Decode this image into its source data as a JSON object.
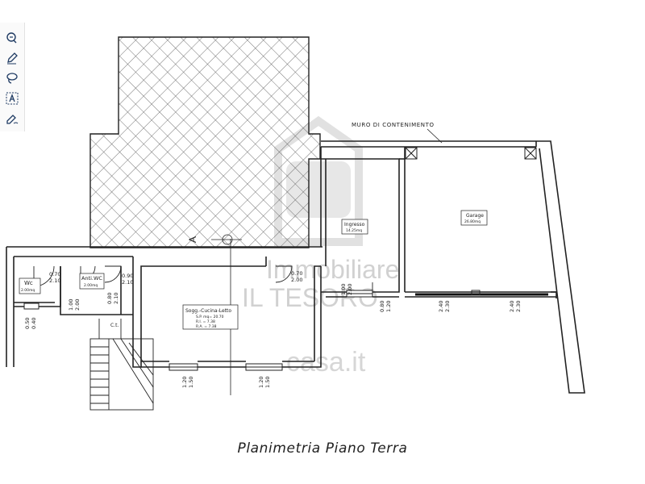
{
  "caption": "Planimetria Piano Terra",
  "labels": {
    "retaining_wall": "MURO DI CONTENIMENTO",
    "section_mark": "A"
  },
  "rooms": {
    "wc": {
      "name": "Wc",
      "area": "2.00mq"
    },
    "antiwc": {
      "name": "Anti.WC",
      "area": "2.00mq"
    },
    "main": {
      "name": "Sogg.-Cucina-Letto",
      "area": "S.P. mq= 20.70",
      "ri": "R.I. =     7.38",
      "ra": "R.A. =     7.38"
    },
    "ingresso": {
      "name": "Ingresso",
      "area": "14.25mq"
    },
    "garage": {
      "name": "Garage",
      "area": "26.80mq"
    },
    "ct": {
      "name": "C.t."
    }
  },
  "dims": {
    "d070_wc": {
      "a": "0.70",
      "b": "2.10"
    },
    "d090": {
      "a": "0.90",
      "b": "2.10"
    },
    "d070_ing": {
      "a": "0.70",
      "b": "2.00"
    },
    "d050": {
      "a": "0.50",
      "b": "0.40"
    },
    "d100_l": {
      "a": "1.00",
      "b": "2.00"
    },
    "d080": {
      "a": "0.80",
      "b": "2.10"
    },
    "d100_r": {
      "a": "1.00",
      "b": "2.00"
    },
    "d080_ing": {
      "a": "0.80",
      "b": "1.20"
    },
    "d120_a": {
      "a": "1.20",
      "b": "1.50"
    },
    "d120_b": {
      "a": "1.20",
      "b": "1.50"
    },
    "d240_a": {
      "a": "2.40",
      "b": "2.30"
    },
    "d240_b": {
      "a": "2.40",
      "b": "2.30"
    }
  },
  "watermark": {
    "line1": "Immobiliare",
    "line2": "IL TESORO",
    "line3": "casa.it"
  },
  "colors": {
    "ink": "#222222",
    "hatch": "#555555",
    "watermark": "#cfcfcf",
    "accent": "#1f3b63"
  },
  "tools": [
    "annotate-icon",
    "pen-icon",
    "lasso-icon",
    "text-select-icon",
    "sign-icon"
  ]
}
